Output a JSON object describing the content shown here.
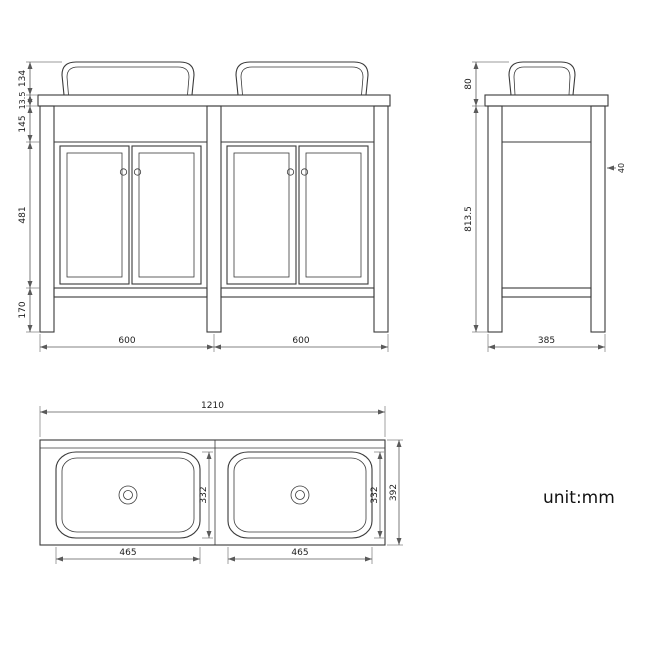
{
  "unit_label": "unit:mm",
  "colors": {
    "line": "#3a3a3a",
    "dimension": "#5a5a5a",
    "background": "#ffffff"
  },
  "front_view": {
    "left_dims": {
      "sink_height": "134",
      "counter_thickness": "13.5",
      "apron_height": "145",
      "door_height": "481",
      "leg_clearance": "170"
    },
    "bottom_dims": {
      "left_unit_width": "600",
      "right_unit_width": "600"
    }
  },
  "side_view": {
    "dims": {
      "top_height": "80",
      "body_height": "813.5",
      "depth": "385",
      "leg_size": "40"
    }
  },
  "top_view": {
    "dims": {
      "overall_width": "1210",
      "basin_depth_left": "332",
      "basin_depth_right": "332",
      "overall_depth": "392",
      "basin_width_left": "465",
      "basin_width_right": "465"
    }
  }
}
